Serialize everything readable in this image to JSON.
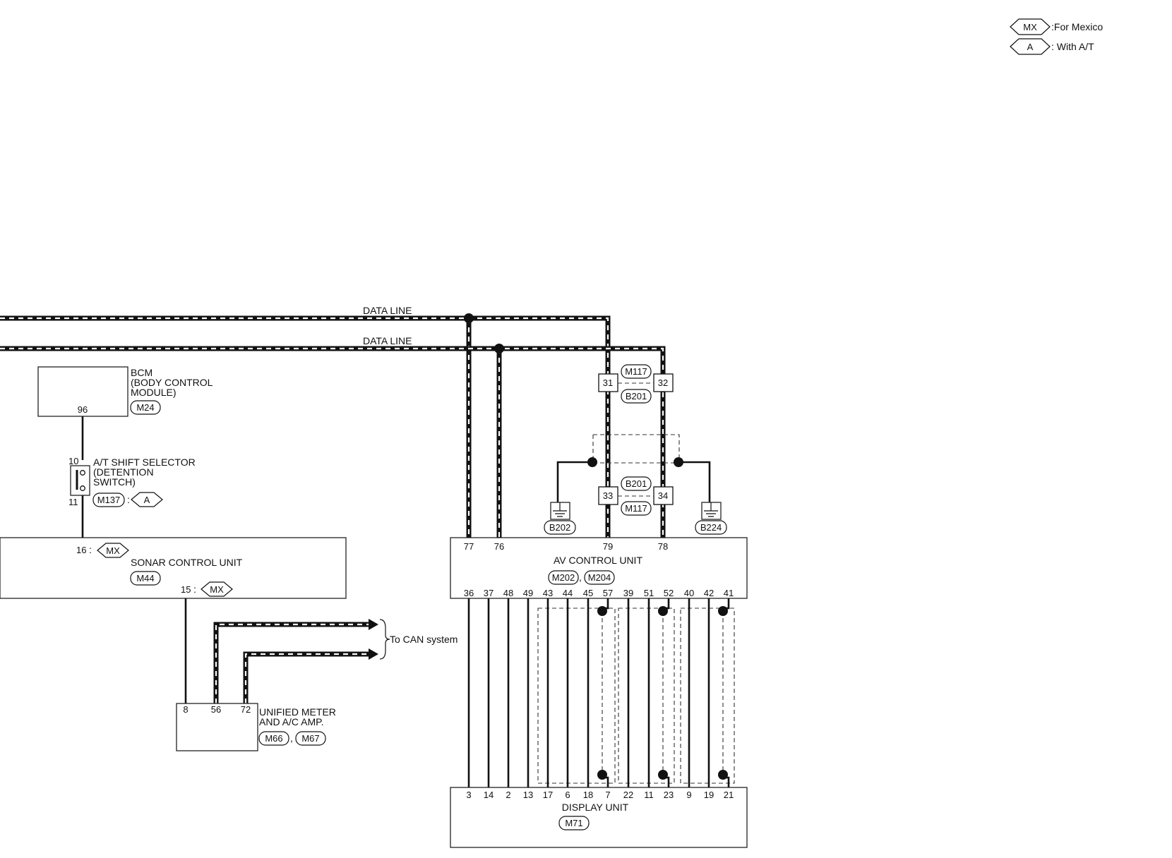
{
  "legend": [
    {
      "code": "MX",
      "text": ":For Mexico"
    },
    {
      "code": "A",
      "text": ": With A/T"
    }
  ],
  "data_line_label": "DATA LINE",
  "bcm": {
    "name_lines": [
      "BCM",
      "(BODY CONTROL",
      "MODULE)"
    ],
    "connector": "M24",
    "pin": "96"
  },
  "shift_selector": {
    "name_lines": [
      "A/T SHIFT SELECTOR",
      "(DETENTION",
      "SWITCH)"
    ],
    "connector": "M137",
    "condition": "A",
    "pins": [
      "10",
      "11"
    ]
  },
  "sonar": {
    "name": "SONAR CONTROL UNIT",
    "connector": "M44",
    "pin_top": "16",
    "pin_bottom": "15",
    "condition": "MX",
    "separator": ":"
  },
  "meter": {
    "name_lines": [
      "UNIFIED METER",
      "AND A/C AMP."
    ],
    "connectors": [
      "M66",
      "M67"
    ],
    "pins": [
      "8",
      "56",
      "72"
    ]
  },
  "can_label": "To CAN system",
  "joint_connectors": {
    "upper": [
      "M117",
      "B201"
    ],
    "upper_pins": [
      "31",
      "32"
    ],
    "lower": [
      "B201",
      "M117"
    ],
    "lower_pins": [
      "33",
      "34"
    ]
  },
  "grounds": [
    "B202",
    "B224"
  ],
  "av_unit": {
    "name": "AV CONTROL UNIT",
    "connectors": [
      "M202",
      "M204"
    ],
    "top_pins": [
      "77",
      "76",
      "79",
      "78"
    ],
    "bottom_pins": [
      "36",
      "37",
      "48",
      "49",
      "43",
      "44",
      "45",
      "57",
      "39",
      "51",
      "52",
      "40",
      "42",
      "41"
    ]
  },
  "display_unit": {
    "name": "DISPLAY UNIT",
    "connector": "M71",
    "pins": [
      "3",
      "14",
      "2",
      "13",
      "17",
      "6",
      "18",
      "7",
      "22",
      "11",
      "23",
      "9",
      "19",
      "21"
    ]
  },
  "comma": ","
}
